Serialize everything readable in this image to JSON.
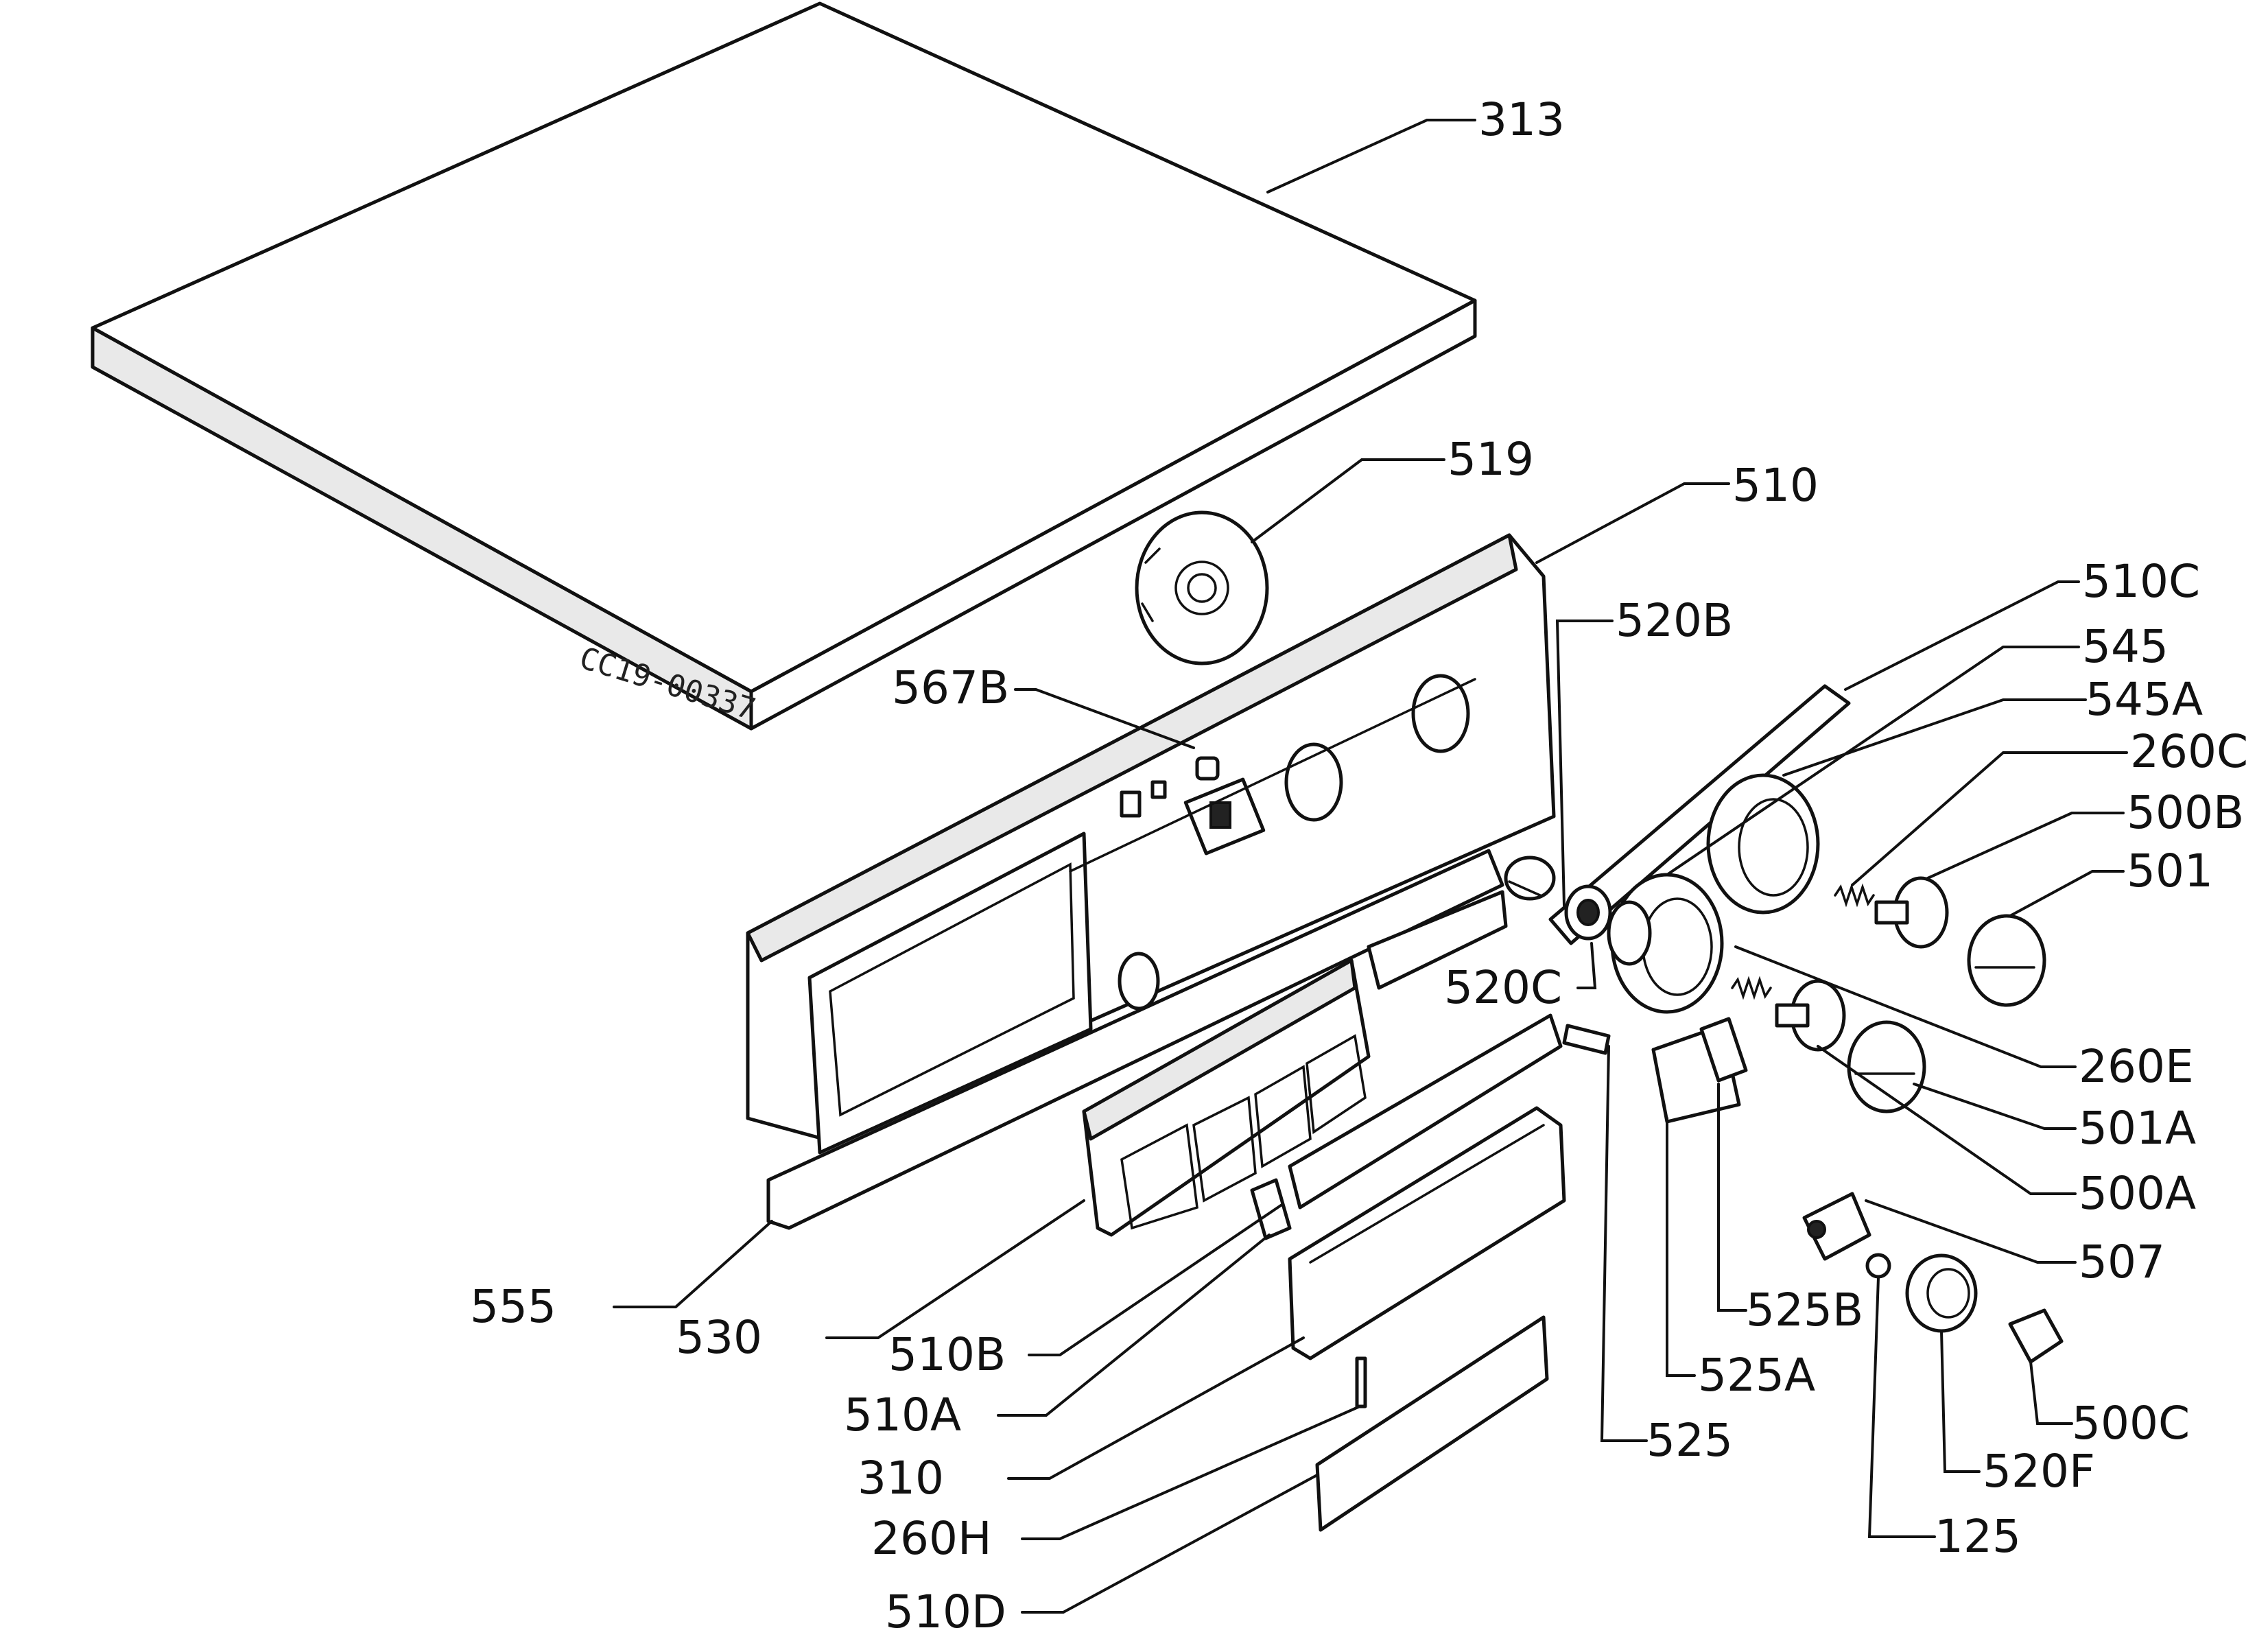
{
  "drawing_code": "CC19-00337",
  "labels": {
    "l313": "313",
    "l519": "519",
    "l510": "510",
    "l520b": "520B",
    "l567b": "567B",
    "l510c": "510C",
    "l545": "545",
    "l545a": "545A",
    "l260c": "260C",
    "l500b": "500B",
    "l501": "501",
    "l520c": "520C",
    "l260e": "260E",
    "l501a": "501A",
    "l500a": "500A",
    "l507": "507",
    "l555": "555",
    "l530": "530",
    "l510b": "510B",
    "l510a": "510A",
    "l310": "310",
    "l260h": "260H",
    "l510d": "510D",
    "l525b": "525B",
    "l525a": "525A",
    "l525": "525",
    "l500c": "500C",
    "l520f": "520F",
    "l125": "125"
  }
}
